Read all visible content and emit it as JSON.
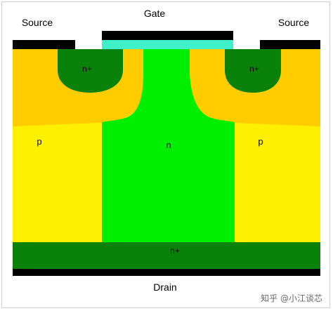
{
  "labels": {
    "gate": "Gate",
    "source_left": "Source",
    "source_right": "Source",
    "drain": "Drain",
    "n_plus_left": "n+",
    "n_plus_right": "n+",
    "n_plus_bottom": "n+",
    "p_left": "p",
    "p_right": "p",
    "n_center": "n"
  },
  "watermark": "知乎 @小江谈芯",
  "colors": {
    "metal": "#000000",
    "gate_oxide": "#40f0c8",
    "p_body": "#fff000",
    "p_plus": "#ffcc00",
    "n_drift": "#00ee00",
    "n_plus": "#0a820a"
  }
}
